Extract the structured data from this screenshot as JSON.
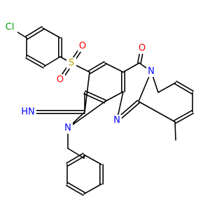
{
  "atoms": {
    "cl": {
      "text": "Cl",
      "color": "#00a000"
    },
    "s": {
      "text": "S",
      "color": "#b8a000"
    },
    "o_s_top": {
      "text": "O",
      "color": "#ff0000"
    },
    "o_s_bottom": {
      "text": "O",
      "color": "#ff0000"
    },
    "o_keto": {
      "text": "O",
      "color": "#ff0000"
    },
    "n_imine": {
      "text": "HN",
      "color": "#0000ff"
    },
    "n_ring": {
      "text": "N",
      "color": "#0000ff"
    },
    "n_bridge": {
      "text": "N",
      "color": "#0000ff"
    },
    "n_pyridine": {
      "text": "N",
      "color": "#0000ff"
    }
  }
}
